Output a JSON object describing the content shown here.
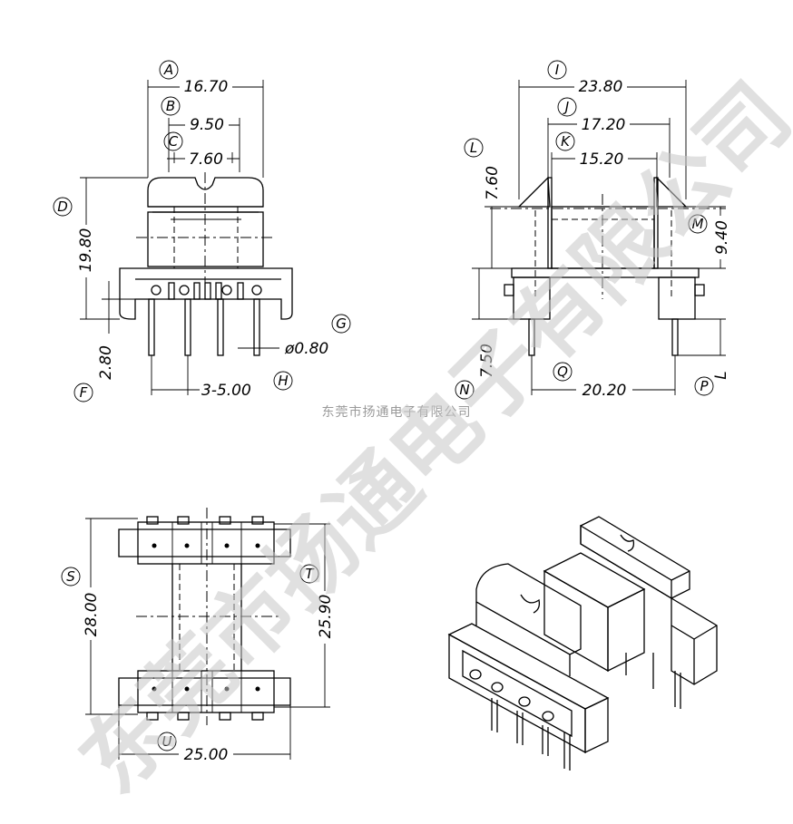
{
  "watermark": "东莞市扬通电子有限公司",
  "company_caption": "东莞市扬通电子有限公司",
  "front_view": {
    "A": {
      "label": "A",
      "value": "16.70"
    },
    "B": {
      "label": "B",
      "value": "9.50"
    },
    "C": {
      "label": "C",
      "value": "7.60"
    },
    "D": {
      "label": "D",
      "value": "19.80"
    },
    "F": {
      "label": "F",
      "value": "2.80"
    },
    "G": {
      "label": "G",
      "value": "ø0.80"
    },
    "H": {
      "label": "H",
      "value": "3-5.00"
    }
  },
  "side_view": {
    "I": {
      "label": "I",
      "value": "23.80"
    },
    "J": {
      "label": "J",
      "value": "17.20"
    },
    "K": {
      "label": "K",
      "value": "15.20"
    },
    "L": {
      "label": "L",
      "value": "7.60"
    },
    "M": {
      "label": "M",
      "value": "9.40"
    },
    "N": {
      "label": "N",
      "value": "7.50"
    },
    "Q": {
      "label": "Q",
      "value": "20.20"
    },
    "P": {
      "label": "P",
      "value": "L"
    }
  },
  "bottom_view": {
    "S": {
      "label": "S",
      "value": "28.00"
    },
    "T": {
      "label": "T",
      "value": "25.90"
    },
    "U": {
      "label": "U",
      "value": "25.00"
    }
  }
}
